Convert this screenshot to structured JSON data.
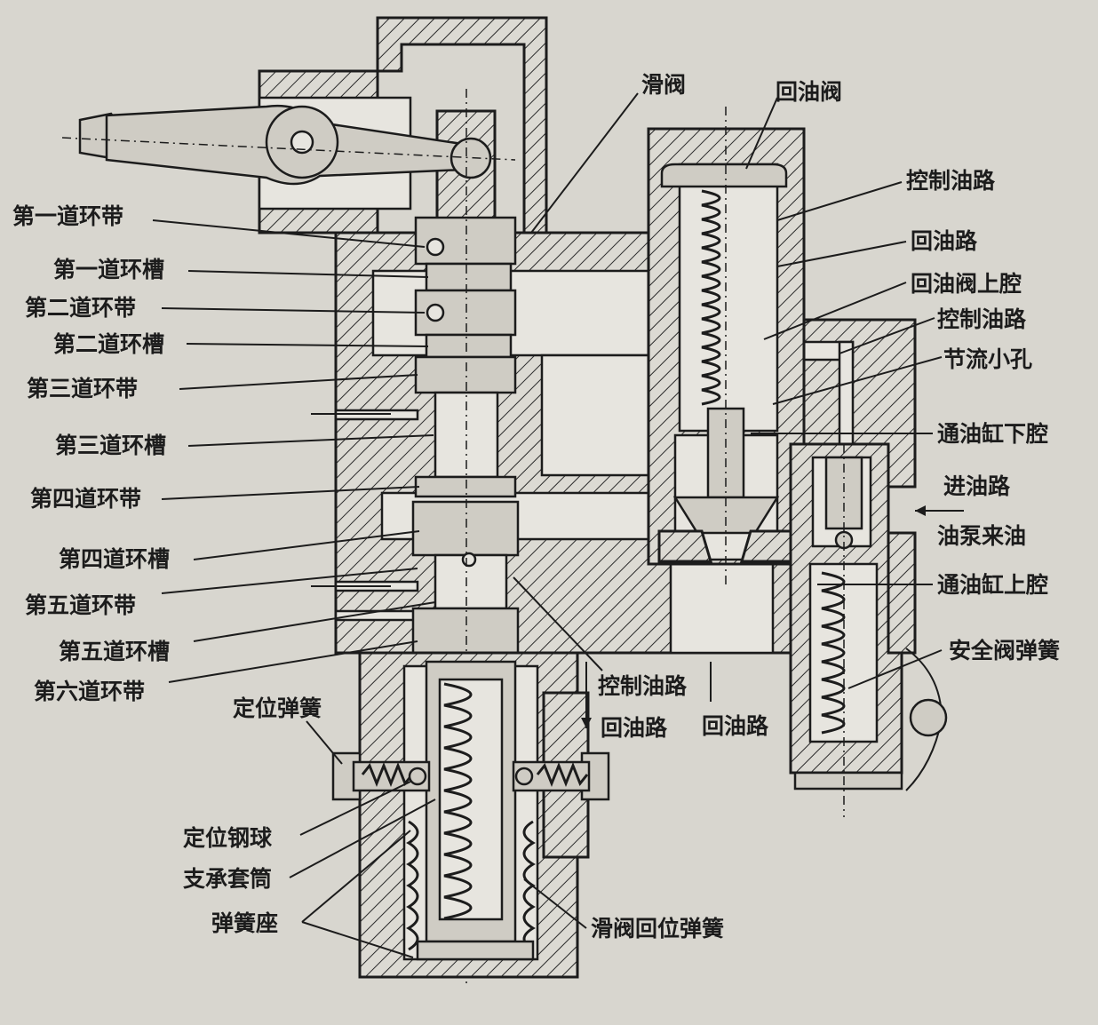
{
  "labels": {
    "slide_valve": "滑阀",
    "return_valve": "回油阀",
    "control_line_1": "控制油路",
    "return_line_1": "回油路",
    "return_valve_upper_chamber": "回油阀上腔",
    "control_line_2": "控制油路",
    "throttle_hole": "节流小孔",
    "to_cylinder_lower": "通油缸下腔",
    "inlet_line": "进油路",
    "from_pump": "油泵来油",
    "to_cylinder_upper": "通油缸上腔",
    "safety_valve_spring": "安全阀弹簧",
    "control_line_3": "控制油路",
    "return_line_2": "回油路",
    "return_line_3": "回油路",
    "slide_valve_return_spring": "滑阀回位弹簧",
    "land_1": "第一道环带",
    "groove_1": "第一道环槽",
    "land_2": "第二道环带",
    "groove_2": "第二道环槽",
    "land_3": "第三道环带",
    "groove_3": "第三道环槽",
    "land_4": "第四道环带",
    "groove_4": "第四道环槽",
    "land_5": "第五道环带",
    "groove_5": "第五道环槽",
    "land_6": "第六道环带",
    "locating_spring": "定位弹簧",
    "locating_ball": "定位钢球",
    "support_sleeve": "支承套筒",
    "spring_seat": "弹簧座"
  }
}
